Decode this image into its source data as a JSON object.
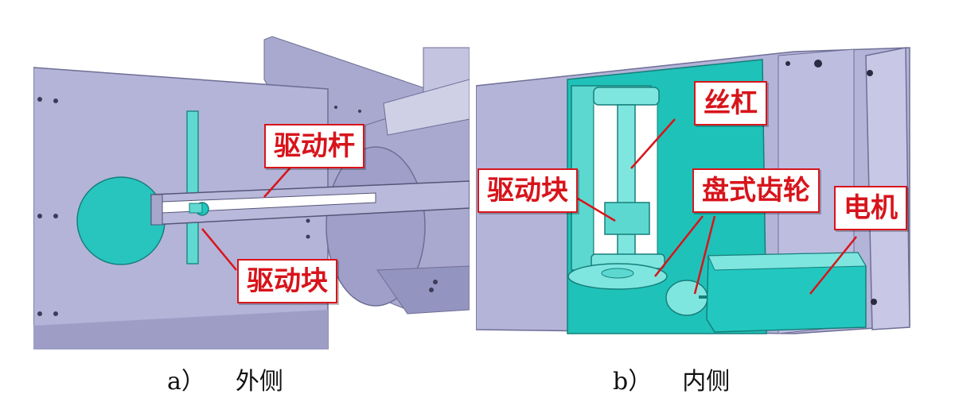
{
  "panel_a": {
    "caption_tag": "a）",
    "caption_text": "外侧",
    "labels": {
      "drive_rod": "驱动杆",
      "drive_block": "驱动块"
    }
  },
  "panel_b": {
    "caption_tag": "b）",
    "caption_text": "内侧",
    "labels": {
      "lead_screw": "丝杠",
      "drive_block": "驱动块",
      "disc_gear": "盘式齿轮",
      "motor": "电机"
    }
  },
  "colors": {
    "frame": "#b0b0d4",
    "frame_dark": "#8f8fb8",
    "teal": "#22c8c0",
    "teal_light": "#7fe6df",
    "callout_red": "#d8141b"
  }
}
